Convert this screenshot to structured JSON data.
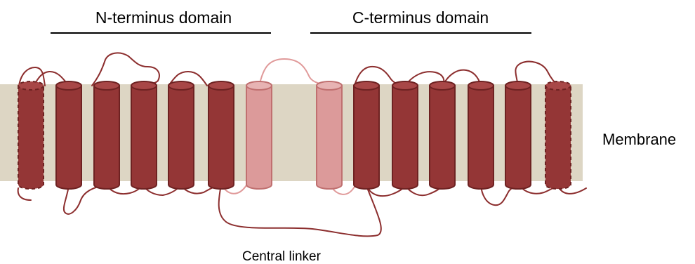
{
  "labels": {
    "n_domain": "N-terminus domain",
    "c_domain": "C-terminus domain",
    "membrane": "Membrane",
    "linker": "Central linker"
  },
  "colors": {
    "membrane": "#ddd6c4",
    "helix_fill": "#943636",
    "helix_stroke": "#6e2222",
    "faded_fill": "#dc9a9a",
    "faded_stroke": "#c07070",
    "loop": "#8c2e2e",
    "linker_loop": "#e09a9a"
  },
  "helices": [
    {
      "group": "N",
      "style": "dashed"
    },
    {
      "group": "N",
      "style": "solid"
    },
    {
      "group": "N",
      "style": "solid"
    },
    {
      "group": "N",
      "style": "solid"
    },
    {
      "group": "N",
      "style": "solid"
    },
    {
      "group": "N",
      "style": "solid"
    },
    {
      "group": "N",
      "style": "faded"
    },
    {
      "group": "C",
      "style": "faded"
    },
    {
      "group": "C",
      "style": "solid"
    },
    {
      "group": "C",
      "style": "solid"
    },
    {
      "group": "C",
      "style": "solid"
    },
    {
      "group": "C",
      "style": "solid"
    },
    {
      "group": "C",
      "style": "solid"
    },
    {
      "group": "C",
      "style": "dashed"
    }
  ]
}
